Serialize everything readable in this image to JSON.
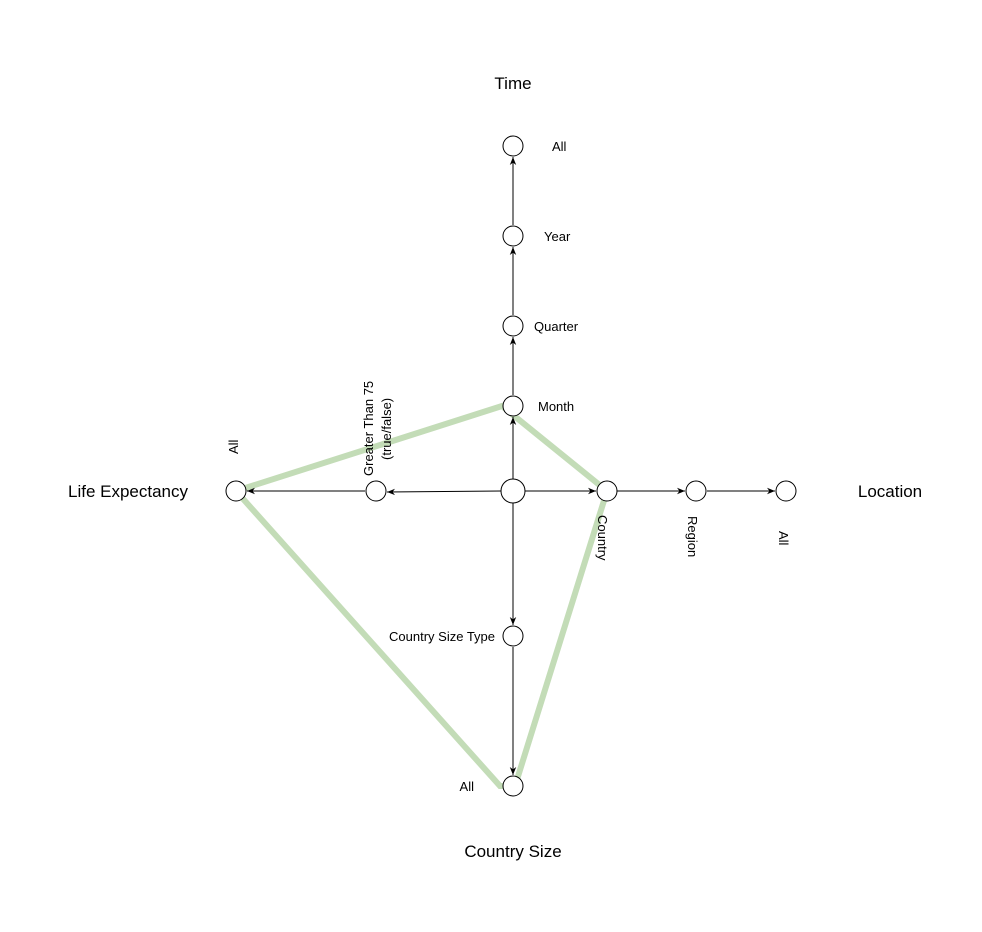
{
  "colors": {
    "highlight": "#c3dcb7",
    "stroke": "#000000",
    "node_fill": "#ffffff"
  },
  "dimensions": {
    "time": {
      "title": "Time",
      "levels": [
        "Month",
        "Quarter",
        "Year",
        "All"
      ]
    },
    "location": {
      "title": "Location",
      "levels": [
        "Country",
        "Region",
        "All"
      ]
    },
    "life_expectancy": {
      "title": "Life Expectancy",
      "levels": [
        "Greater Than 75 (true/false)",
        "All"
      ],
      "level_label_lines": [
        [
          "Greater Than 75",
          "(true/false)"
        ],
        [
          "All"
        ]
      ]
    },
    "country_size": {
      "title": "Country Size",
      "levels": [
        "Country Size Type",
        "All"
      ]
    }
  },
  "highlighted_cuboid": [
    "Time: Month",
    "Location: Country",
    "Country Size: All",
    "Life Expectancy: All"
  ]
}
